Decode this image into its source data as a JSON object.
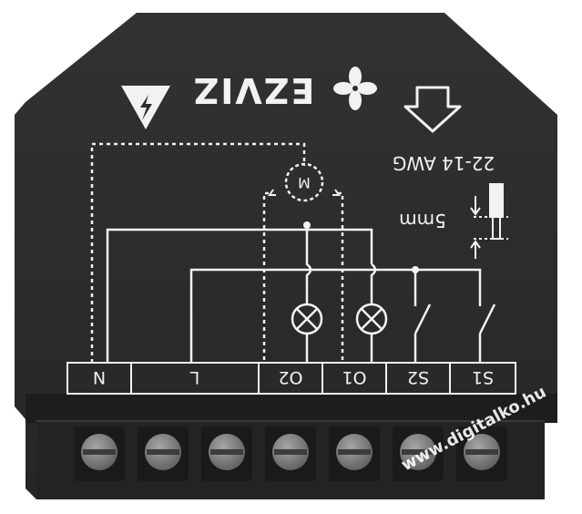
{
  "device": {
    "brand": "EZVIZ",
    "wire_spec": "22-14 AWG",
    "strip_length": "5mm",
    "motor_label": "M",
    "colors": {
      "body": "#2b2b2c",
      "print": "#f2f2f2",
      "screw": "#7c7c7c"
    }
  },
  "terminals": [
    {
      "label": "N"
    },
    {
      "label": "L"
    },
    {
      "label": "O2"
    },
    {
      "label": "O1"
    },
    {
      "label": "S2"
    },
    {
      "label": "S1"
    }
  ],
  "icons": {
    "warning": "high-voltage-warning-icon",
    "fan": "fan-logo-icon",
    "insert": "wire-insert-arrow-icon"
  },
  "watermark": "www.digitalko.hu"
}
